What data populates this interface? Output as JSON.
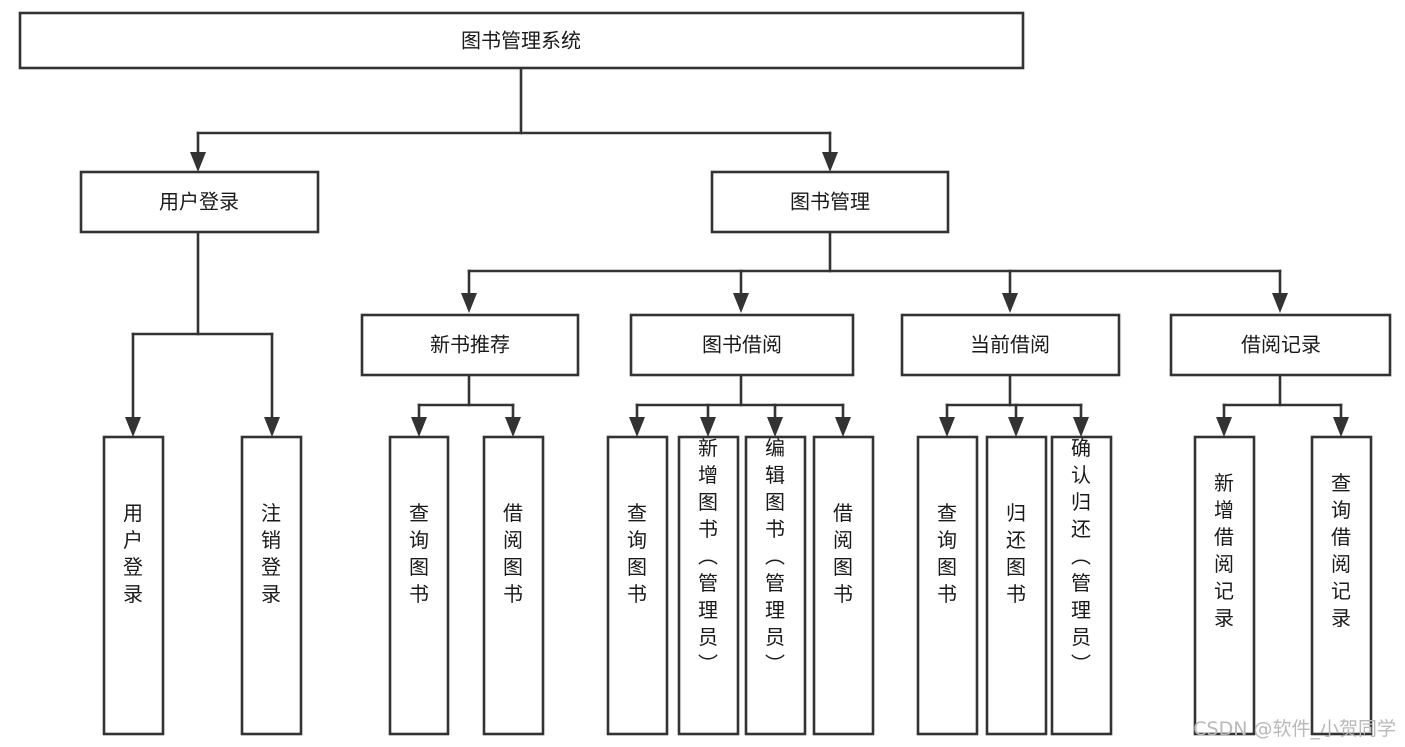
{
  "diagram": {
    "type": "tree",
    "title": "图书管理系统",
    "root": {
      "id": "root",
      "label": "图书管理系统"
    },
    "level2": [
      {
        "id": "user-login",
        "label": "用户登录"
      },
      {
        "id": "book-manage",
        "label": "图书管理"
      }
    ],
    "level3": [
      {
        "id": "new-book-recommend",
        "label": "新书推荐",
        "parent": "book-manage"
      },
      {
        "id": "book-borrow",
        "label": "图书借阅",
        "parent": "book-manage"
      },
      {
        "id": "current-borrow",
        "label": "当前借阅",
        "parent": "book-manage"
      },
      {
        "id": "borrow-record",
        "label": "借阅记录",
        "parent": "book-manage"
      }
    ],
    "leaves": [
      {
        "id": "leaf-user-login",
        "label": "用户登录",
        "parent": "user-login"
      },
      {
        "id": "leaf-logout-login",
        "label": "注销登录",
        "parent": "user-login"
      },
      {
        "id": "leaf-query-book-1",
        "label": "查询图书",
        "parent": "new-book-recommend"
      },
      {
        "id": "leaf-borrow-book-1",
        "label": "借阅图书",
        "parent": "new-book-recommend"
      },
      {
        "id": "leaf-query-book-2",
        "label": "查询图书",
        "parent": "book-borrow"
      },
      {
        "id": "leaf-add-book",
        "label": "新增图书（管理员）",
        "parent": "book-borrow"
      },
      {
        "id": "leaf-edit-book",
        "label": "编辑图书（管理员）",
        "parent": "book-borrow"
      },
      {
        "id": "leaf-borrow-book-2",
        "label": "借阅图书",
        "parent": "book-borrow"
      },
      {
        "id": "leaf-query-book-3",
        "label": "查询图书",
        "parent": "current-borrow"
      },
      {
        "id": "leaf-return-book",
        "label": "归还图书",
        "parent": "current-borrow"
      },
      {
        "id": "leaf-confirm-return",
        "label": "确认归还（管理员）",
        "parent": "current-borrow"
      },
      {
        "id": "leaf-add-record",
        "label": "新增借阅记录",
        "parent": "borrow-record"
      },
      {
        "id": "leaf-query-record",
        "label": "查询借阅记录",
        "parent": "borrow-record"
      }
    ]
  },
  "watermark": {
    "text": "CSDN @软件_小贺同学"
  },
  "colors": {
    "stroke": "#333333",
    "box_fill": "#ffffff",
    "text": "#1a1a1a",
    "watermark": "#b9b9b9",
    "background": "#ffffff"
  }
}
